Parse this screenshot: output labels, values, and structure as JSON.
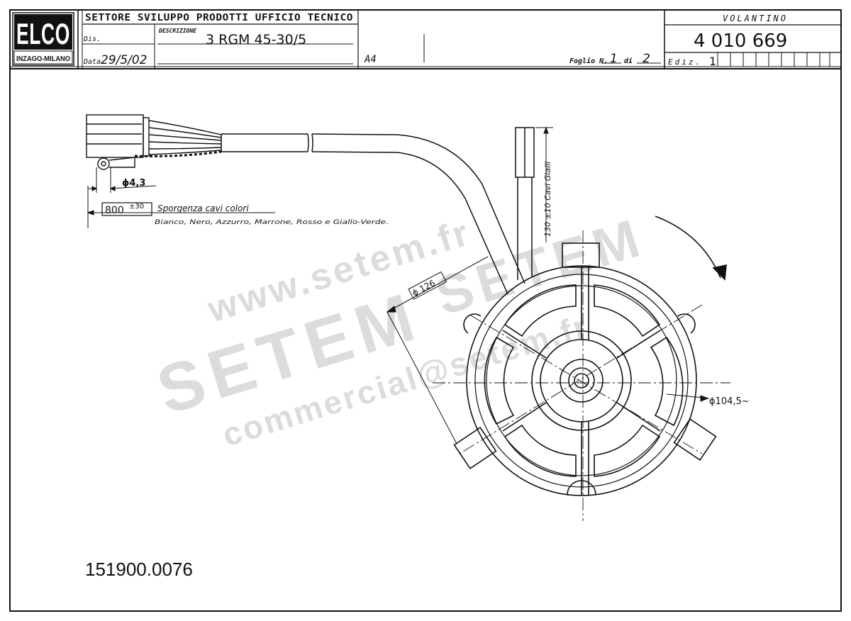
{
  "title_block": {
    "logo_text": "ELCO",
    "logo_sub": "INZAGO-MILANO",
    "department": "SETTORE SVILUPPO PRODOTTI UFFICIO TECNICO",
    "dis_label": "Dis.",
    "data_label": "Data",
    "date": "29/5/02",
    "descr_label": "DESCRIZIONE",
    "description": "3 RGM 45-30/5",
    "format": "A4",
    "foglio_label": "Foglio N.",
    "foglio_num": "1",
    "di_label": "di",
    "foglio_total": "2",
    "doc_type": "VOLANTINO",
    "doc_number": "4 010 669",
    "ediz_label": "Ediz.",
    "ediz_value": "1"
  },
  "drawing": {
    "dim_eyelet": "ϕ4,3",
    "dim_lead_length": "800",
    "dim_lead_tol": "±30",
    "lead_note": "Sporgenza cavi colori",
    "lead_colors": "Bianco, Nero, Azzurro, Marrone, Rosso e Giallo-Verde.",
    "dim_yellow_leads": "130 ±10 Cavi Gialli",
    "dim_outer_dia": "ϕ 126",
    "dim_fan_dia": "ϕ104,5~"
  },
  "watermark": {
    "url": "www.setem.fr",
    "brand": "SETEM",
    "brand2": "SETEM",
    "email": "commercial@setem.fr"
  },
  "part_code": "151900.0076",
  "colors": {
    "ink": "#111111",
    "watermark": "#d9d9d9",
    "paper": "#ffffff"
  }
}
